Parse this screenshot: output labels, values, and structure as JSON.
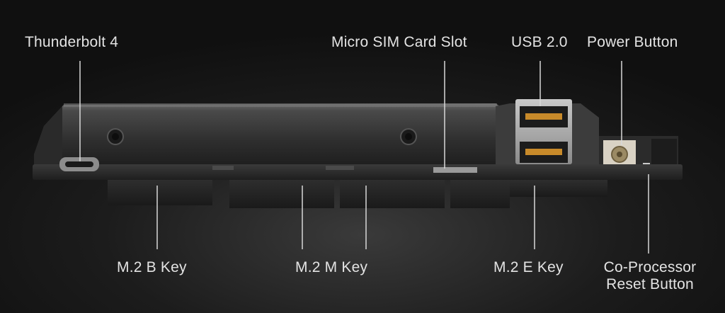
{
  "labels": {
    "thunderbolt": "Thunderbolt 4",
    "micro_sim": "Micro SIM Card Slot",
    "usb": "USB 2.0",
    "power_button": "Power Button",
    "m2_b_key": "M.2 B Key",
    "m2_m_key": "M.2 M Key",
    "m2_e_key": "M.2 E Key",
    "coprocessor_line1": "Co-Processor",
    "coprocessor_line2": "Reset Button"
  },
  "colors": {
    "background": "#121212",
    "label_text": "#e3e3e3",
    "leader_line": "#d8d8d8",
    "board_body": "#3a3a3a"
  }
}
